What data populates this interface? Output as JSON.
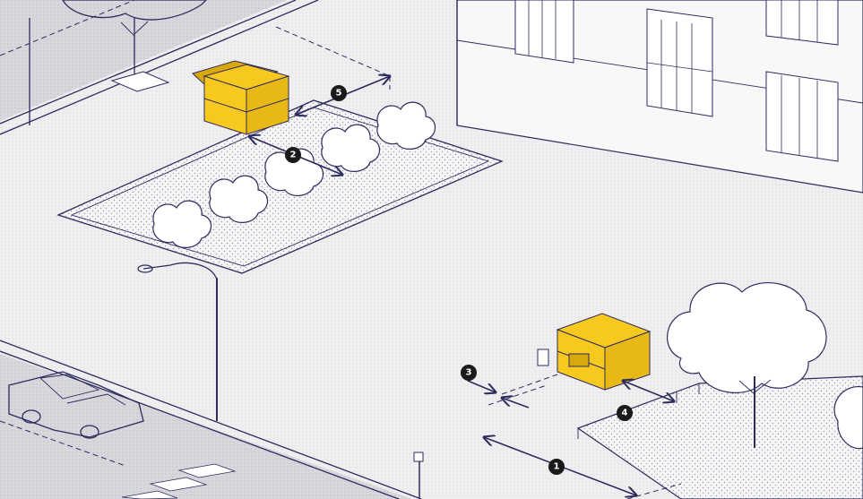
{
  "colors": {
    "ink": "#2e2b5f",
    "ground": "#f1f1f1",
    "asphalt": "#dcdcdc",
    "kiosk": "#f7c81e",
    "kiosk_dark": "#d9a90c",
    "marker": "#1a1a1a",
    "white": "#ffffff"
  },
  "markers": [
    "1",
    "2",
    "3",
    "4",
    "5"
  ]
}
